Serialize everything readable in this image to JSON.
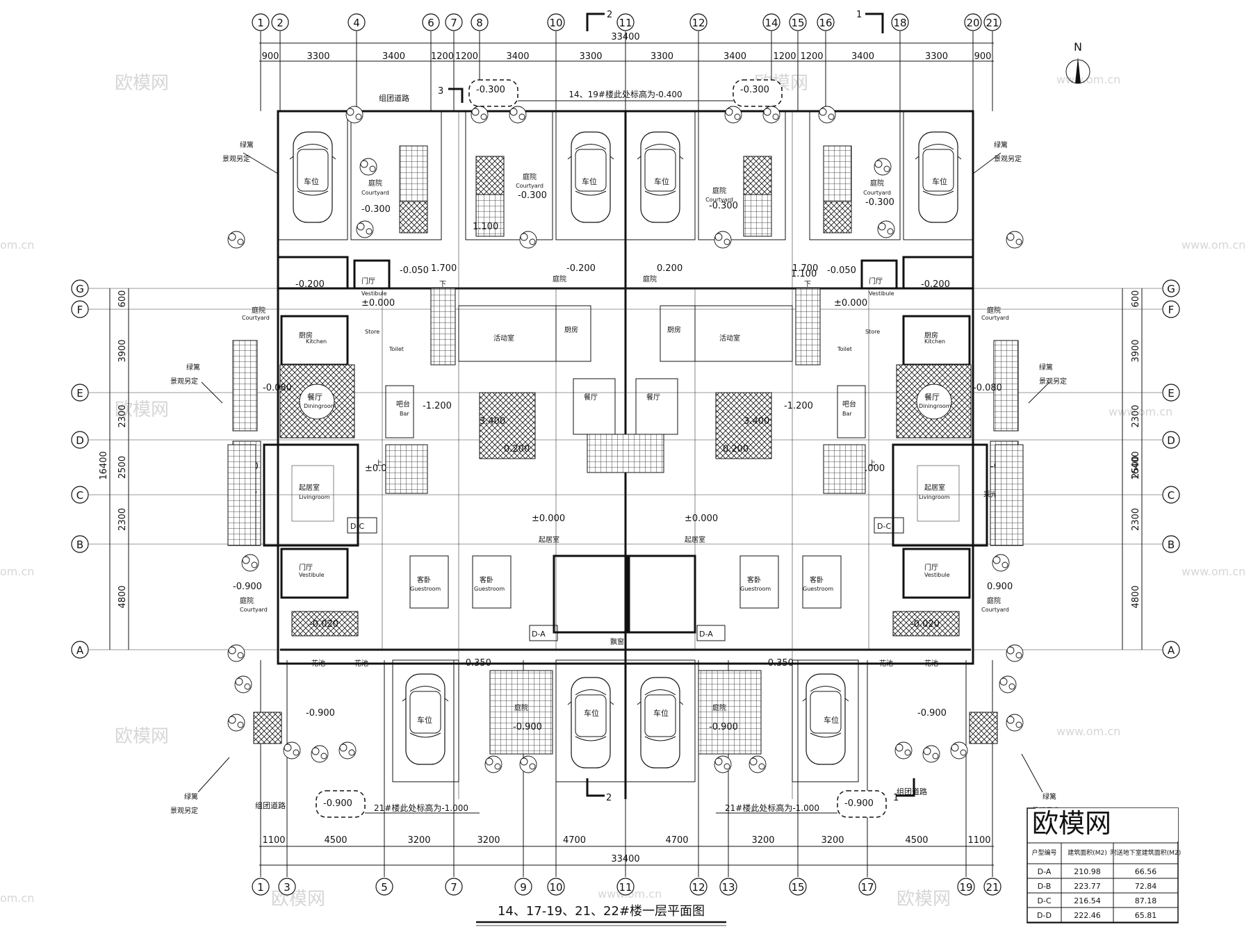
{
  "title": "14、17-19、21、22#楼一层平面图",
  "top_axes": [
    "1",
    "2",
    "4",
    "6",
    "7",
    "8",
    "10",
    "11",
    "12",
    "14",
    "15",
    "16",
    "18",
    "20",
    "21"
  ],
  "bottom_axes": [
    "1",
    "3",
    "5",
    "7",
    "9",
    "10",
    "11",
    "12",
    "13",
    "15",
    "17",
    "19",
    "21"
  ],
  "row_axes": [
    "G",
    "F",
    "E",
    "D",
    "C",
    "B",
    "A"
  ],
  "top_dims": [
    "900",
    "3300",
    "3400",
    "1200",
    "1200",
    "3400",
    "3300",
    "3300",
    "3400",
    "1200",
    "1200",
    "3400",
    "3300",
    "900"
  ],
  "bottom_dims": [
    "1100",
    "4500",
    "3200",
    "3200",
    "4700",
    "4700",
    "3200",
    "3200",
    "4500",
    "1100"
  ],
  "overall_width": "33400",
  "side_dims": [
    "600",
    "3900",
    "2300",
    "2500",
    "2300",
    "4800"
  ],
  "overall_depth": "16400",
  "section_marks": {
    "sec1": "1",
    "sec2": "2",
    "sec3": "3"
  },
  "north": "N",
  "notes": {
    "top_note": "14、19#楼此处标高为-0.400",
    "bottom_note": "21#楼此处标高为-1.000",
    "road": "组团道路",
    "fence": "绿篱",
    "landscape": "景观另定"
  },
  "levels": {
    "l300": "-0.300",
    "l200": "-0.200",
    "l050": "-0.050",
    "l000": "±0.000",
    "l1200": "-1.200",
    "l350": "-0.350",
    "l900": "-0.900",
    "l020": "-0.020",
    "l080": "-0.080",
    "l1700": "1.700",
    "l1100": "1.100",
    "l900p": "0.900",
    "l200p": "0.200",
    "l400": "3.400"
  },
  "rooms": {
    "parking": "车位",
    "courtyard": "庭院",
    "courtyard_en": "Courtyard",
    "vestibule": "门厅",
    "vestibule_en": "Vestibule",
    "kitchen": "厨房",
    "kitchen_en": "Kitchen",
    "store": "Store",
    "toilet": "Toilet",
    "dining": "餐厅",
    "dining_en": "Diningroom",
    "living": "起居室",
    "living_en": "Livingroom",
    "bar": "吧台",
    "bar_en": "Bar",
    "activity": "活动室",
    "guest": "客卧",
    "guest_en": "Guestroom",
    "bay": "飘窗",
    "flower": "花池",
    "skylight": "采光天窗",
    "da": "D-A",
    "dc": "D-C",
    "down": "下",
    "up": "上"
  },
  "table": {
    "head": [
      "户型编号",
      "建筑面积(M2)",
      "附送地下室建筑面积(M2)"
    ],
    "rows": [
      [
        "D-A",
        "210.98",
        "66.56"
      ],
      [
        "D-B",
        "223.77",
        "72.84"
      ],
      [
        "D-C",
        "216.54",
        "87.18"
      ],
      [
        "D-D",
        "222.46",
        "65.81"
      ]
    ]
  },
  "watermark": {
    "cn": "欧模网",
    "url": "www.om.cn",
    "site": "om.cn"
  }
}
